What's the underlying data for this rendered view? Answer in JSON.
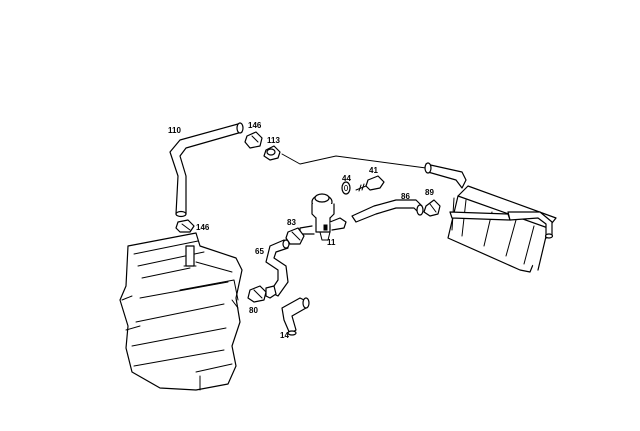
{
  "callouts": {
    "c110": "110",
    "c146a": "146",
    "c113": "113",
    "c146b": "146",
    "c44": "44",
    "c41": "41",
    "c86": "86",
    "c89": "89",
    "c83": "83",
    "c65": "65",
    "c11": "11",
    "c80": "80",
    "c14": "14"
  },
  "colors": {
    "ink": "#000000",
    "paper": "#ffffff"
  }
}
